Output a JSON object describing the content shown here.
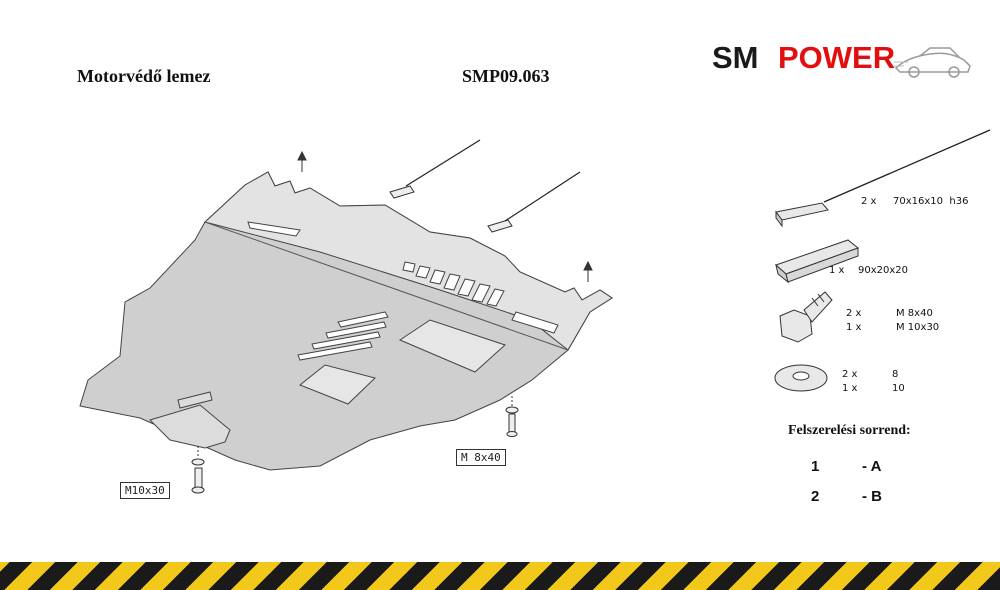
{
  "header": {
    "product_name": "Motorvédő lemez",
    "product_code": "SMP09.063"
  },
  "logo": {
    "part1": "SM",
    "part2": "POWER",
    "part1_color": "#1a1a1a",
    "part2_color": "#e10f0f"
  },
  "parts": [
    {
      "qty": "2 x",
      "spec": "70x16x10  h36"
    },
    {
      "qty": "1 x",
      "spec": "90x20x20"
    },
    {
      "qty": "2 x\n1 x",
      "spec": "M 8x40\nM 10x30"
    },
    {
      "qty": "2 x\n1 x",
      "spec": "8\n10"
    }
  ],
  "callouts": {
    "left": "M10x30",
    "right": "M 8x40"
  },
  "sequence": {
    "title": "Felszerelési sorrend:",
    "steps": [
      {
        "num": "1",
        "letter": "- A"
      },
      {
        "num": "2",
        "letter": "- B"
      }
    ]
  },
  "colors": {
    "plate_fill": "#cfcfcf",
    "stripe_dark": "#1a1a1a",
    "stripe_yellow": "#f2c81a"
  }
}
